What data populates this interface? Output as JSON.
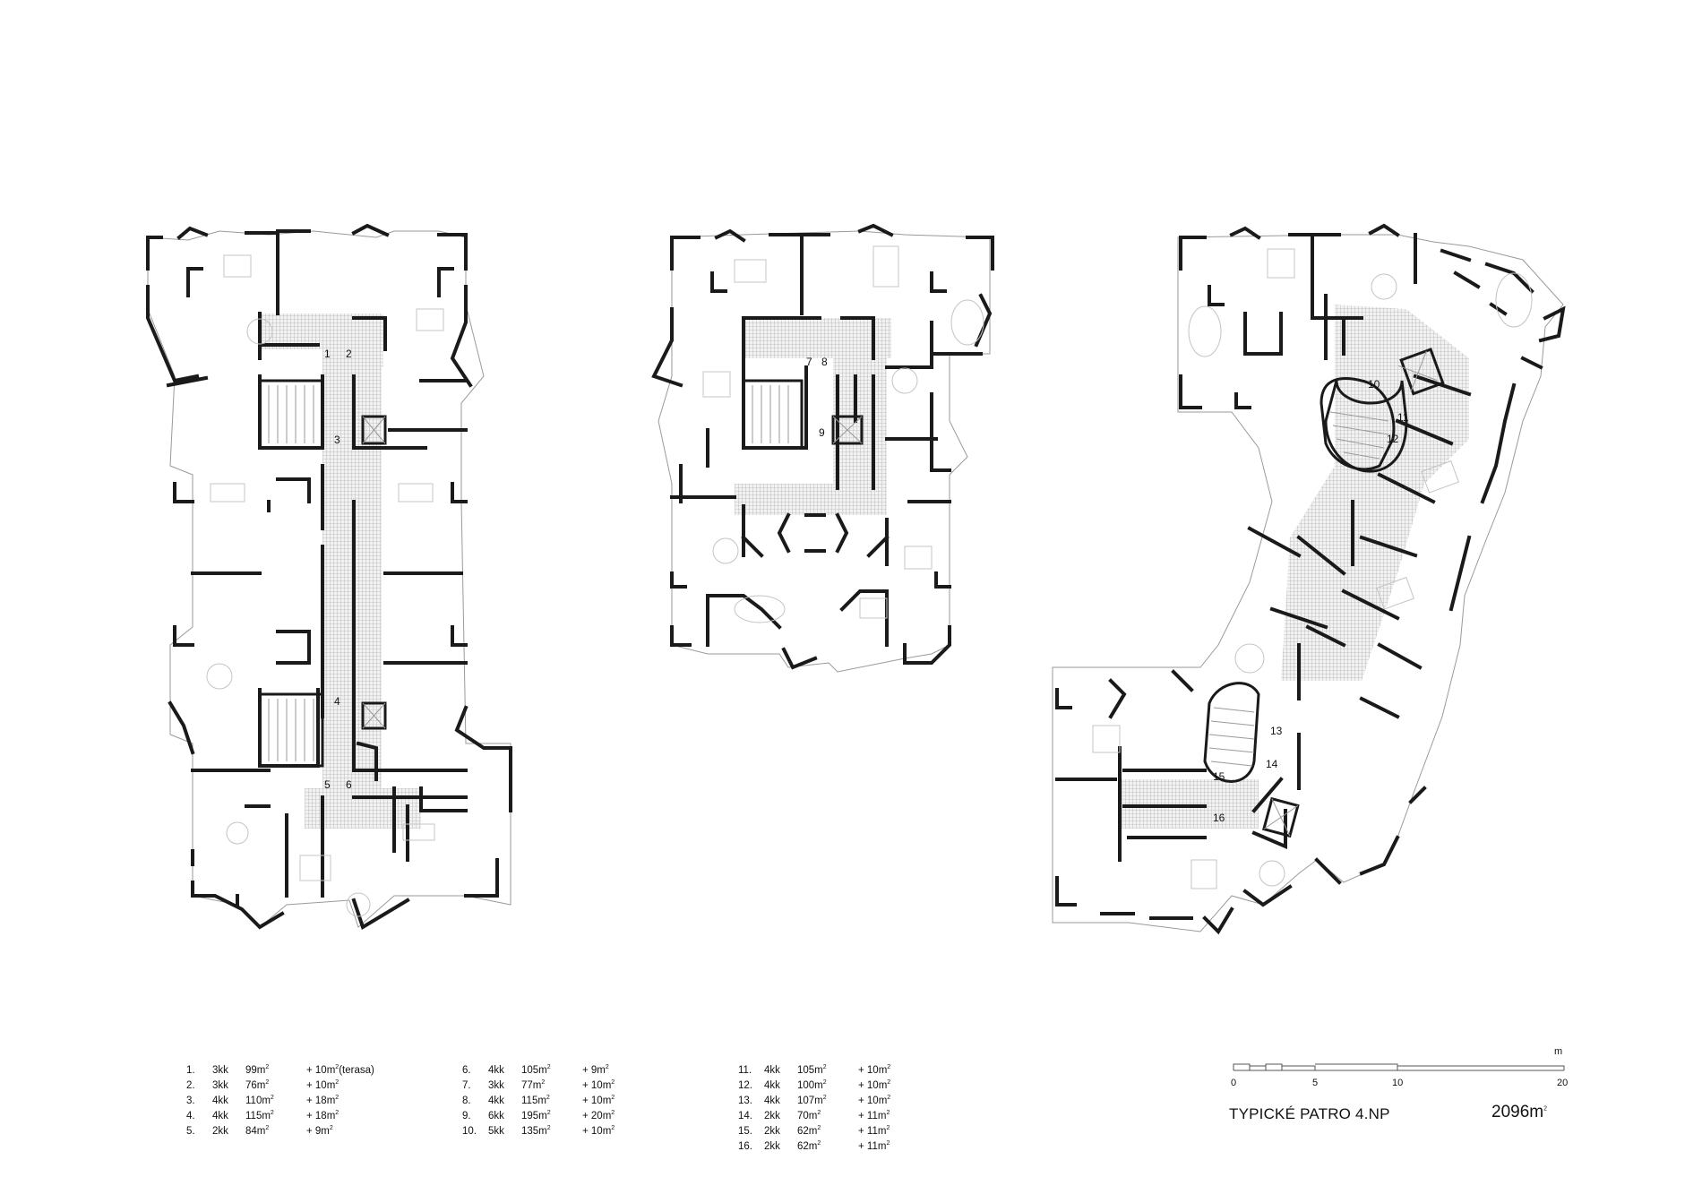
{
  "title": "TYPICKÉ PATRO 4.NP",
  "total_area": {
    "value": "2096m",
    "sup": "2"
  },
  "scale": {
    "unit": "m",
    "ticks": [
      "0",
      "5",
      "10",
      "20"
    ]
  },
  "unit_labels": [
    "1",
    "2",
    "3",
    "4",
    "5",
    "6",
    "7",
    "8",
    "9",
    "10",
    "11",
    "12",
    "13",
    "14",
    "15",
    "16"
  ],
  "legend": [
    [
      {
        "no": "1.",
        "type": "3kk",
        "area": "99m",
        "area_sup": "2",
        "extra": "+ 10m",
        "extra_sup": "2",
        "note": " (terasa)"
      },
      {
        "no": "2.",
        "type": "3kk",
        "area": "76m",
        "area_sup": "2",
        "extra": "+ 10m",
        "extra_sup": "2",
        "note": ""
      },
      {
        "no": "3.",
        "type": "4kk",
        "area": "110m",
        "area_sup": "2",
        "extra": "+ 18m",
        "extra_sup": "2",
        "note": ""
      },
      {
        "no": "4.",
        "type": "4kk",
        "area": "115m",
        "area_sup": "2",
        "extra": "+ 18m",
        "extra_sup": "2",
        "note": ""
      },
      {
        "no": "5.",
        "type": "2kk",
        "area": "84m",
        "area_sup": "2",
        "extra": "+ 9m",
        "extra_sup": "2",
        "note": ""
      }
    ],
    [
      {
        "no": "6.",
        "type": "4kk",
        "area": "105m",
        "area_sup": "2",
        "extra": "+ 9m",
        "extra_sup": "2",
        "note": ""
      },
      {
        "no": "7.",
        "type": "3kk",
        "area": "77m",
        "area_sup": "2",
        "extra": "+ 10m",
        "extra_sup": "2",
        "note": ""
      },
      {
        "no": "8.",
        "type": "4kk",
        "area": "115m",
        "area_sup": "2",
        "extra": "+ 10m",
        "extra_sup": "2",
        "note": ""
      },
      {
        "no": "9.",
        "type": "6kk",
        "area": "195m",
        "area_sup": "2",
        "extra": "+ 20m",
        "extra_sup": "2",
        "note": ""
      },
      {
        "no": "10.",
        "type": "5kk",
        "area": "135m",
        "area_sup": "2",
        "extra": "+ 10m",
        "extra_sup": "2",
        "note": ""
      }
    ],
    [
      {
        "no": "11.",
        "type": "4kk",
        "area": "105m",
        "area_sup": "2",
        "extra": "+ 10m",
        "extra_sup": "2",
        "note": ""
      },
      {
        "no": "12.",
        "type": "4kk",
        "area": "100m",
        "area_sup": "2",
        "extra": "+ 10m",
        "extra_sup": "2",
        "note": ""
      },
      {
        "no": "13.",
        "type": "4kk",
        "area": "107m",
        "area_sup": "2",
        "extra": "+ 10m",
        "extra_sup": "2",
        "note": ""
      },
      {
        "no": "14.",
        "type": "2kk",
        "area": "70m",
        "area_sup": "2",
        "extra": "+ 11m",
        "extra_sup": "2",
        "note": ""
      },
      {
        "no": "15.",
        "type": "2kk",
        "area": "62m",
        "area_sup": "2",
        "extra": "+ 11m",
        "extra_sup": "2",
        "note": ""
      },
      {
        "no": "16.",
        "type": "2kk",
        "area": "62m",
        "area_sup": "2",
        "extra": "+ 11m",
        "extra_sup": "2",
        "note": ""
      }
    ]
  ]
}
